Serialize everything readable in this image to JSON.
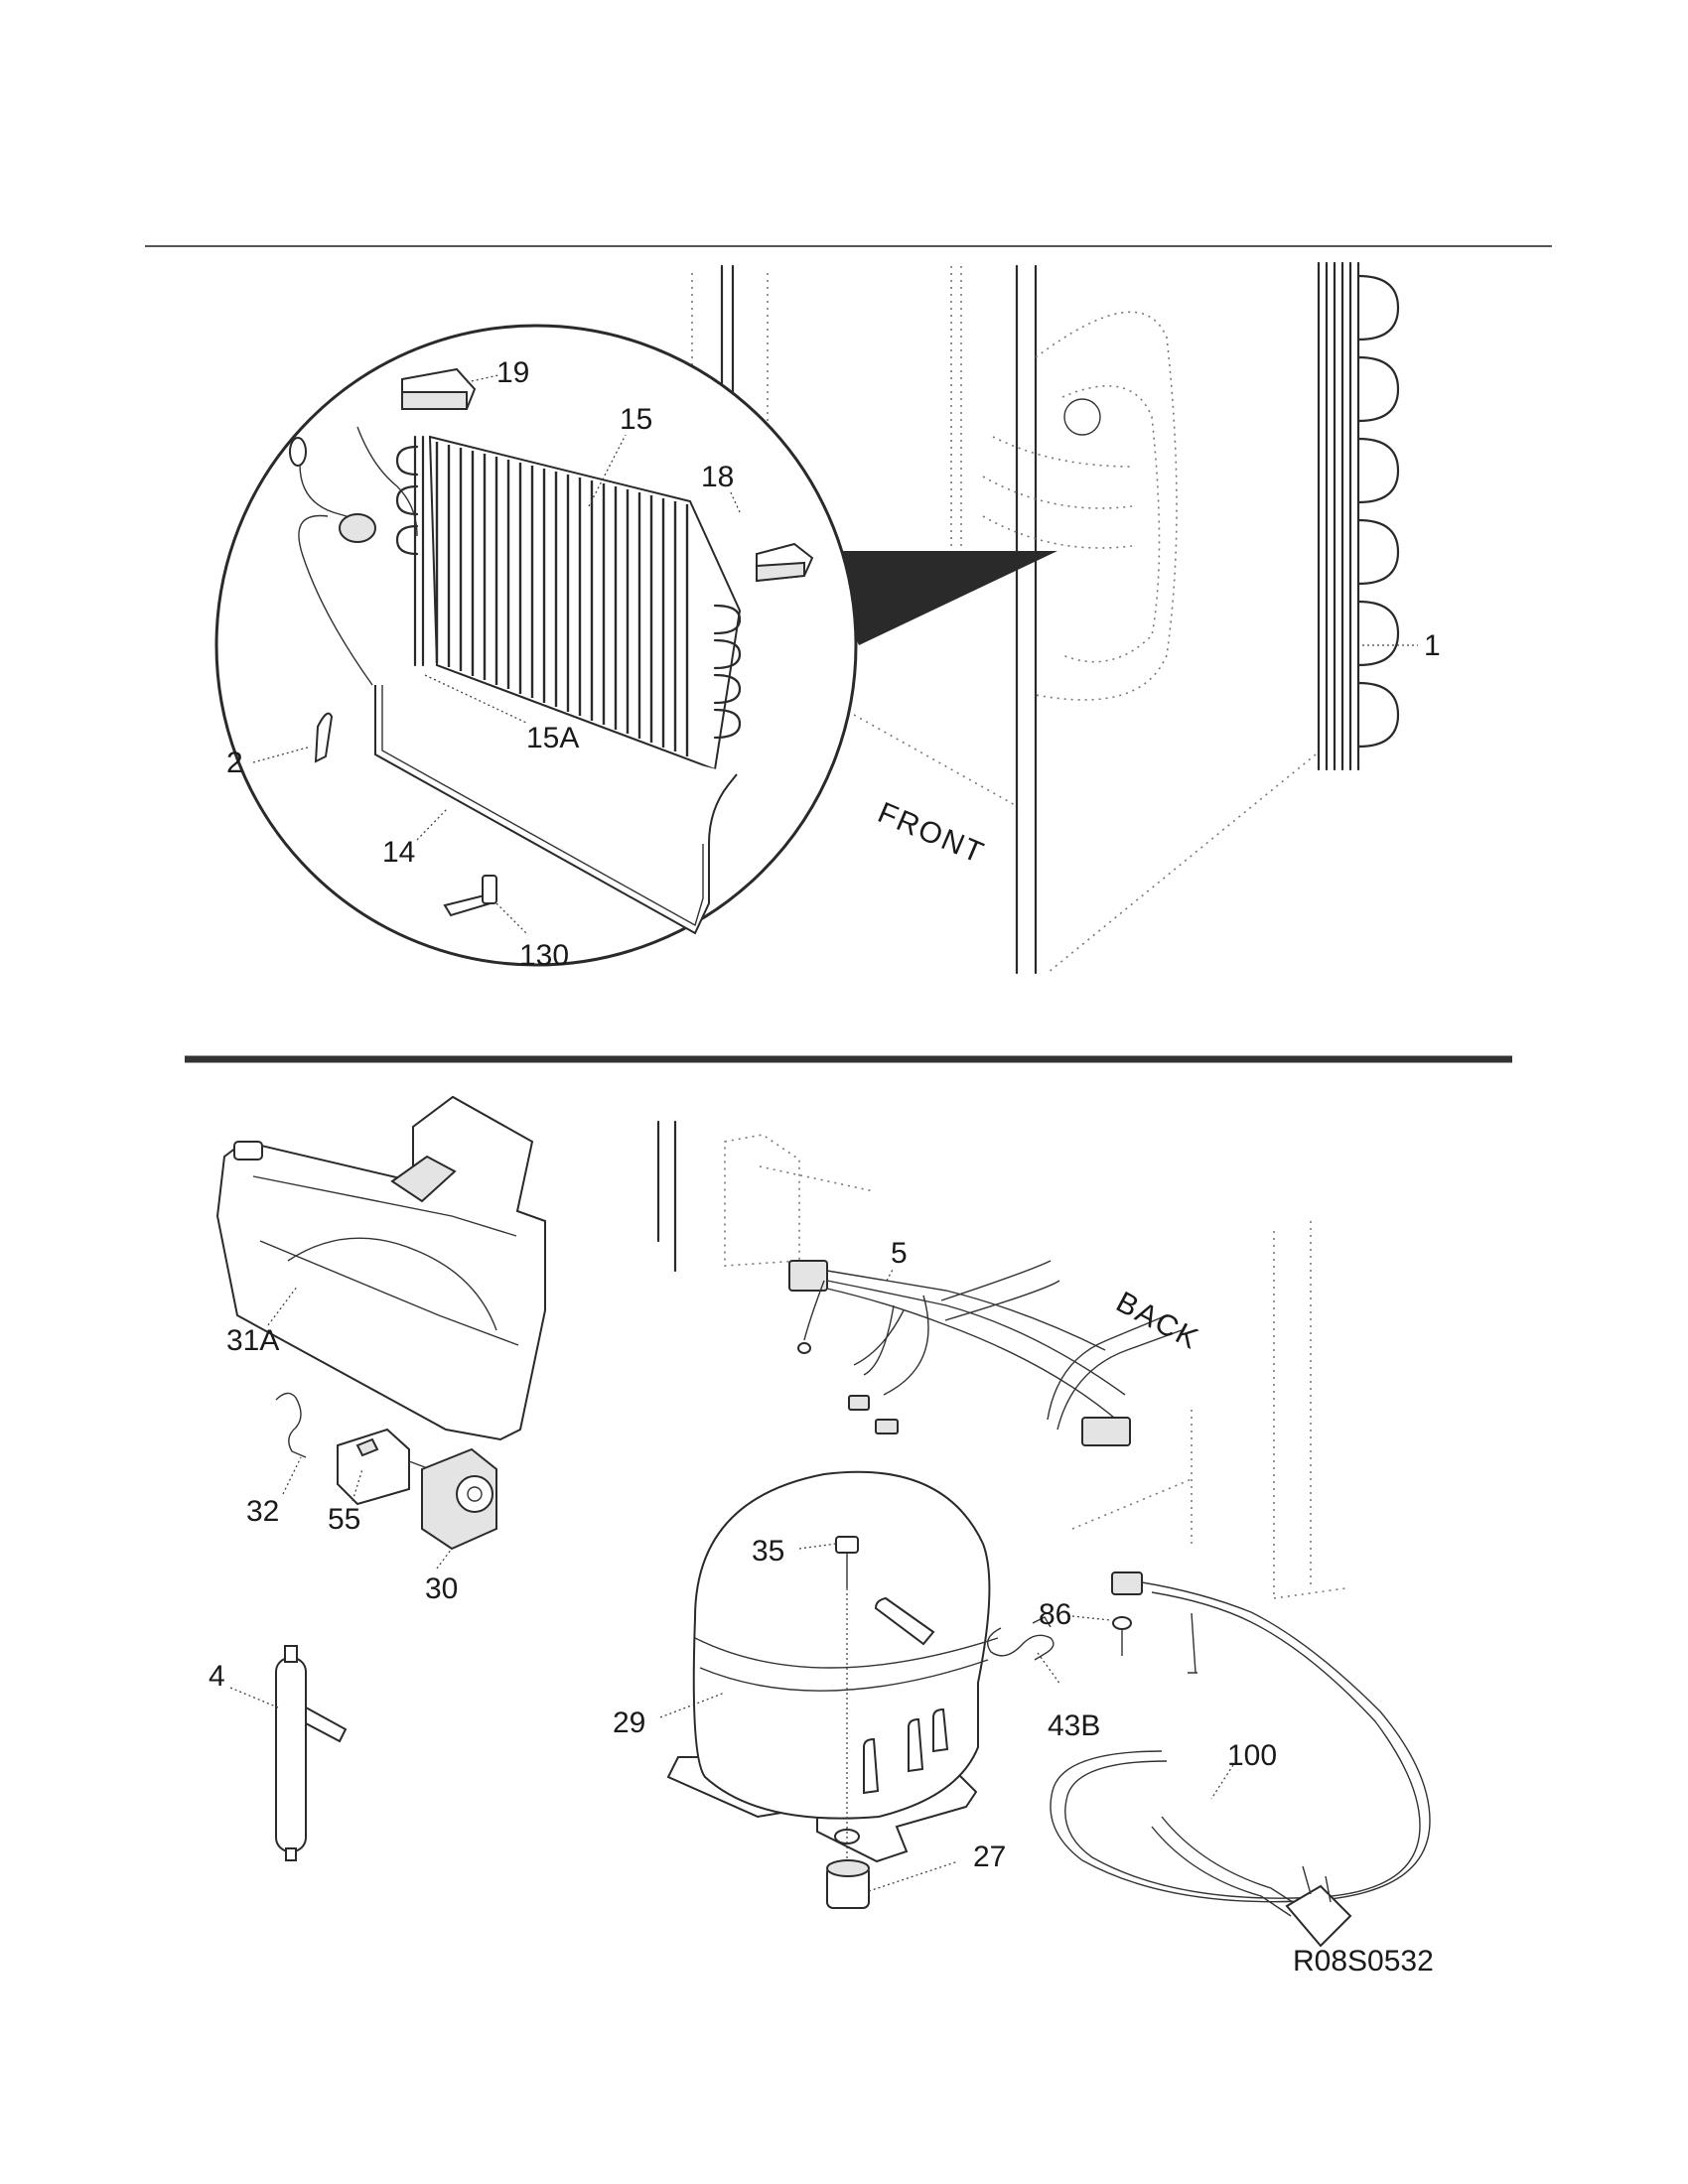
{
  "labels": {
    "l19": "19",
    "l15": "15",
    "l18": "18",
    "l15a": "15A",
    "l2": "2",
    "l14": "14",
    "l130": "130",
    "l1": "1",
    "l31a": "31A",
    "l32": "32",
    "l55": "55",
    "l30": "30",
    "l4": "4",
    "l5": "5",
    "l35": "35",
    "l29": "29",
    "l86": "86",
    "l43b": "43B",
    "l100": "100",
    "l27": "27"
  },
  "orientation": {
    "front": "FRONT",
    "back": "BACK"
  },
  "diagram_code": "R08S0532"
}
